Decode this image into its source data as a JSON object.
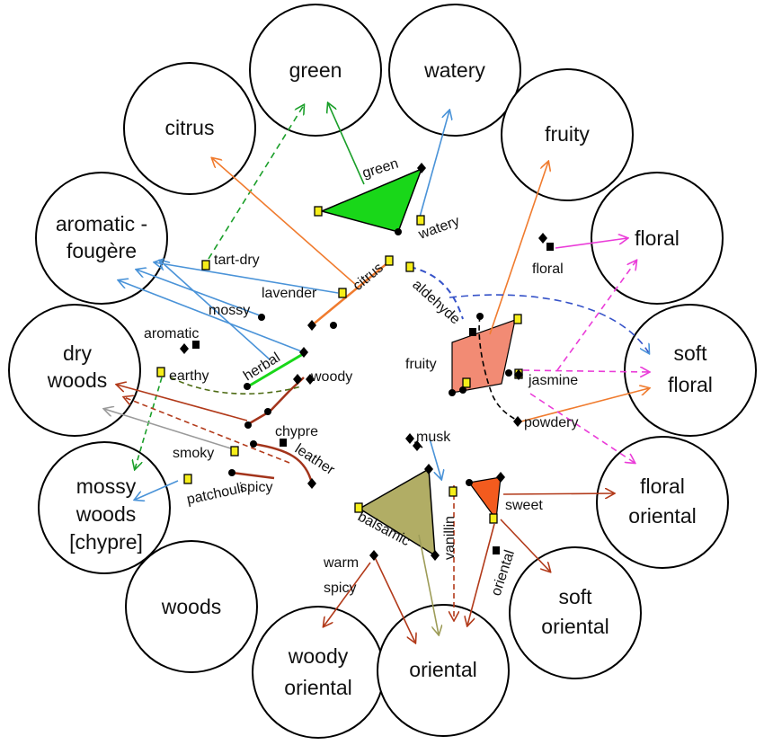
{
  "families": {
    "green": "green",
    "watery": "watery",
    "citrus": "citrus",
    "fruity": "fruity",
    "aromatic_line1": "aromatic -",
    "aromatic_line2": "fougère",
    "floral": "floral",
    "soft_floral_line1": "soft",
    "soft_floral_line2": "floral",
    "dry_woods_line1": "dry",
    "dry_woods_line2": "woods",
    "floral_oriental_line1": "floral",
    "floral_oriental_line2": "oriental",
    "mossy_woods_line1": "mossy",
    "mossy_woods_line2": "woods",
    "mossy_woods_line3": "[chypre]",
    "soft_oriental_line1": "soft",
    "soft_oriental_line2": "oriental",
    "woods": "woods",
    "woody_oriental_line1": "woody",
    "woody_oriental_line2": "oriental",
    "oriental": "oriental"
  },
  "notes": {
    "green": "green",
    "watery": "watery",
    "tart_dry": "tart-dry",
    "lavender": "lavender",
    "citrus": "citrus",
    "mossy": "mossy",
    "aromatic": "aromatic",
    "herbal": "herbal",
    "earthy": "earthy",
    "woody": "woody",
    "chypre": "chypre",
    "smoky": "smoky",
    "leather": "leather",
    "spicy": "spicy",
    "patchouli": "patchouli",
    "floral": "floral",
    "aldehyde": "aldehyde",
    "fruity": "fruity",
    "jasmine": "jasmine",
    "powdery": "powdery",
    "musk": "musk",
    "balsamic": "balsamic",
    "vanillin": "vanillin",
    "sweet": "sweet",
    "oriental": "oriental",
    "warm_spicy_line1": "warm",
    "warm_spicy_line2": "spicy"
  },
  "colors": {
    "green_triangle": "#19d719",
    "fruity_shape": "#f28b74",
    "balsamic_triangle": "#b1ad65",
    "sweet_triangle": "#f35b1e",
    "marker_yellow": "#f6ee1a",
    "arrow_green": "#1b9f2a",
    "arrow_blue": "#4a93d8",
    "arrow_orange": "#f07b2e",
    "arrow_magenta": "#ea3cd8",
    "arrow_darkred": "#b23a1a",
    "arrow_olive": "#4d6b14",
    "arrow_gray": "#9a9a9a",
    "arrow_olive_light": "#9d9c58"
  }
}
